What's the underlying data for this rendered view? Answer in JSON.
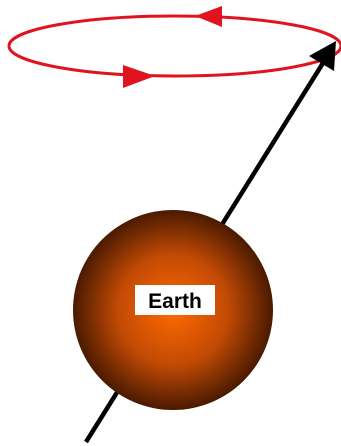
{
  "diagram": {
    "earth_label": "Earth",
    "colors": {
      "precession_ring": "#e0141e",
      "axis_arrow": "#000000",
      "earth_center": "#ff6a00",
      "earth_edge": "#4a1a00",
      "label_box": "#ffffff"
    },
    "icons": {
      "ring_arrow_top": "arrowhead-left",
      "ring_arrow_bottom": "arrowhead-right",
      "axis_tip": "arrowhead-up-right"
    }
  }
}
